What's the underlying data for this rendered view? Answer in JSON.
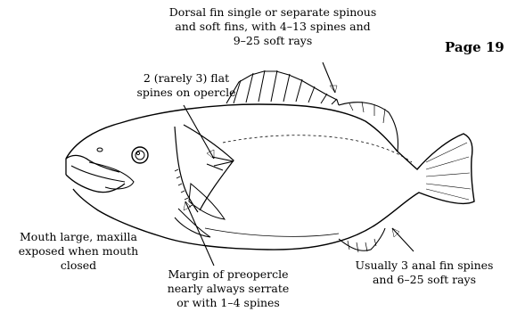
{
  "page_label": "Page 19",
  "labels": {
    "dorsal_fin": "Dorsal fin single or separate spinous\nand soft fins, with 4–13 spines and\n9–25 soft rays",
    "opercle_spines": "2 (rarely 3) flat\nspines on opercle",
    "mouth": "Mouth large, maxilla\nexposed when mouth\nclosed",
    "preopercle": "Margin of preopercle\nnearly always serrate\nor with 1–4 spines",
    "anal_fin": "Usually 3 anal fin spines\nand 6–25 soft rays"
  }
}
